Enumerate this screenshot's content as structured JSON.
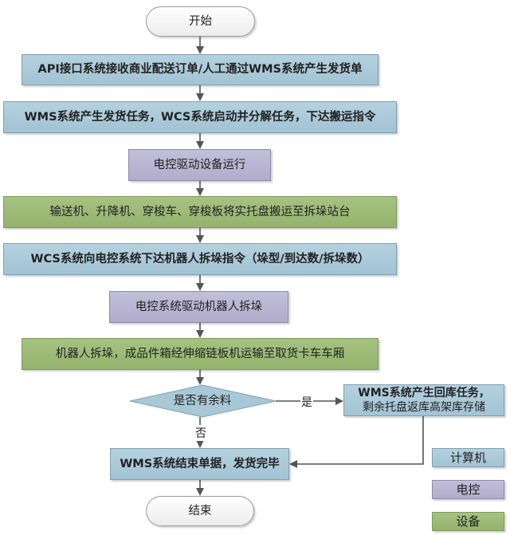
{
  "flowchart": {
    "start": "开始",
    "end": "结束",
    "steps": [
      {
        "id": "s1",
        "category": "计算机",
        "text": "API接口系统接收商业配送订单/人工通过WMS系统产生发货单"
      },
      {
        "id": "s2",
        "category": "计算机",
        "text": "WMS系统产生发货任务，WCS系统启动并分解任务，下达搬运指令"
      },
      {
        "id": "s3",
        "category": "电控",
        "text": "电控驱动设备运行"
      },
      {
        "id": "s4",
        "category": "设备",
        "text": "输送机、升降机、穿梭车、穿梭板将实托盘搬运至拆垛站台"
      },
      {
        "id": "s5",
        "category": "计算机",
        "text": "WCS系统向电控系统下达机器人拆垛指令（垛型/到达数/拆垛数）"
      },
      {
        "id": "s6",
        "category": "电控",
        "text": "电控系统驱动机器人拆垛"
      },
      {
        "id": "s7",
        "category": "设备",
        "text": "机器人拆垛，成品件箱经伸缩链板机运输至取货卡车车厢"
      }
    ],
    "decision": {
      "text": "是否有余料",
      "yes_label": "是",
      "no_label": "否"
    },
    "yes_branch": {
      "category": "计算机",
      "line1": "WMS系统产生回库任务，",
      "line2": "剩余托盘返库高架库存储"
    },
    "final_step": {
      "category": "计算机",
      "text": "WMS系统结束单据，发货完毕"
    }
  },
  "legend": [
    {
      "label": "计算机",
      "color": "#a8c8d8"
    },
    {
      "label": "电控",
      "color": "#b8b4d0"
    },
    {
      "label": "设备",
      "color": "#9cb977"
    }
  ],
  "colors": {
    "computer": "#a8c8d8",
    "electric_control": "#b8b4d0",
    "equipment": "#9cb977",
    "connector": "#555555"
  }
}
